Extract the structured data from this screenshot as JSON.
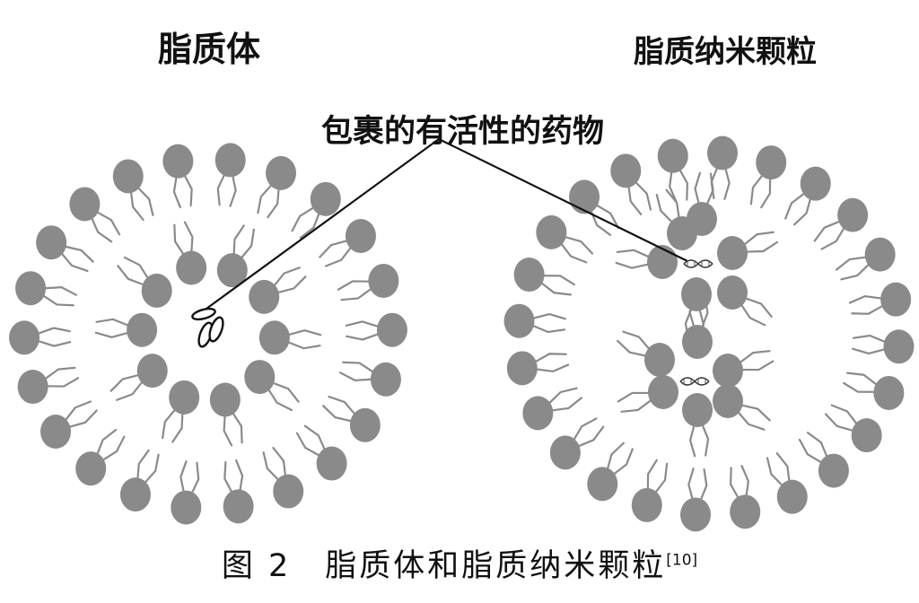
{
  "liposome": {
    "title": "脂质体"
  },
  "lipid_nanoparticle": {
    "title": "脂质纳米颗粒"
  },
  "drug": {
    "label": "包裹的有活性的药物"
  },
  "caption": {
    "text": "图 2　脂质体和脂质纳米颗粒",
    "citation": "[10]"
  },
  "colors": {
    "lipid_head": "#8a8a8a",
    "lines": "#111111",
    "background": "#ffffff"
  },
  "icons": {
    "drug_capsule": "capsule-pair",
    "nucleic_acid": "dna-helix"
  }
}
